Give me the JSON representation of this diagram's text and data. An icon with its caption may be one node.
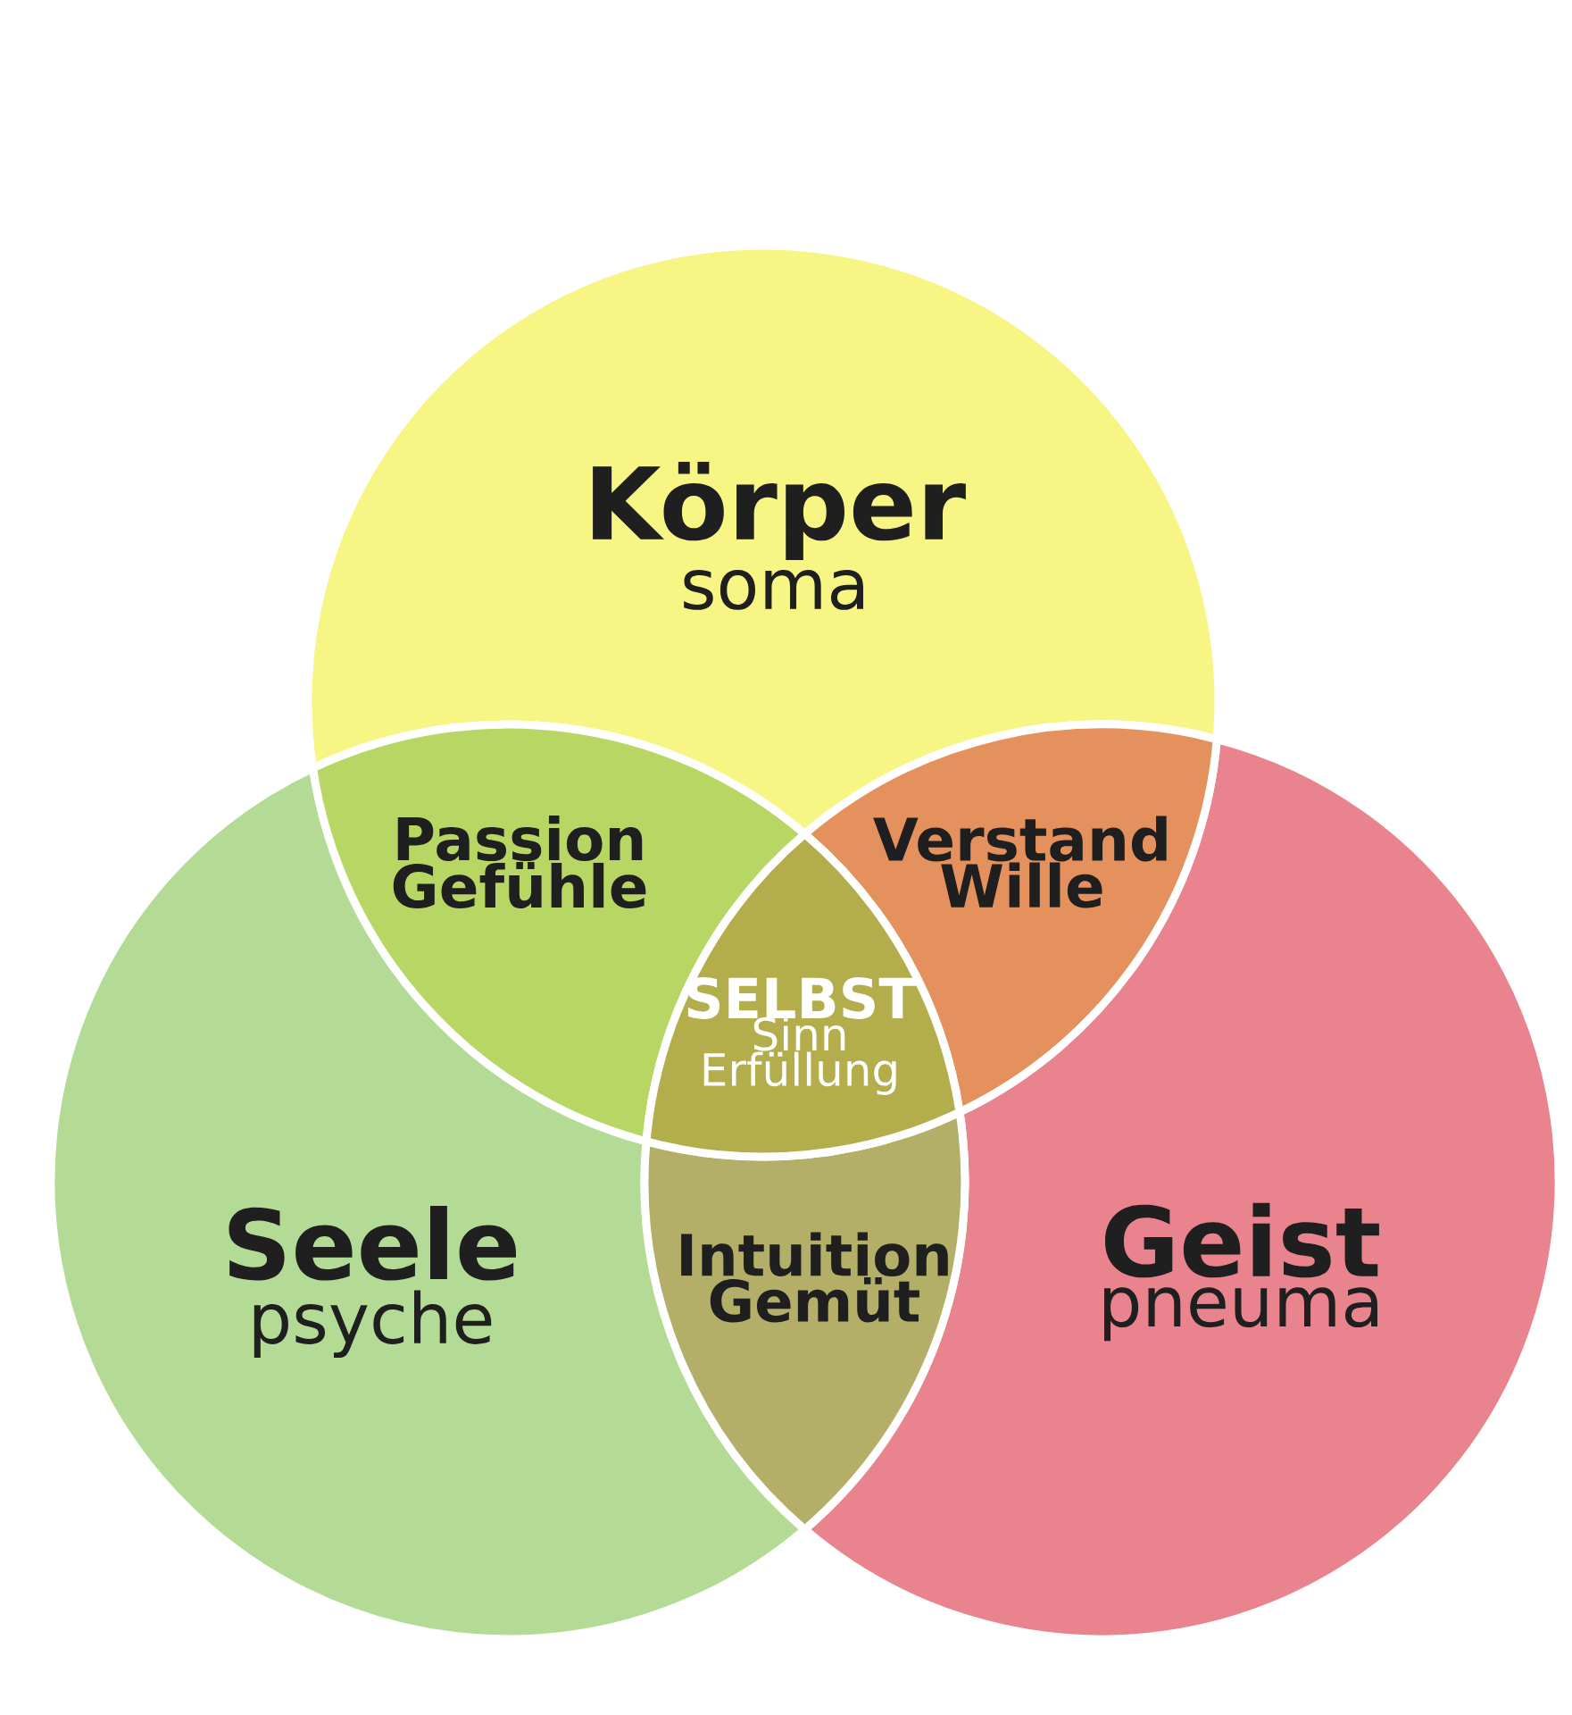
{
  "diagram": {
    "nodes": [
      {
        "text": [
          "Körper",
          "soma"
        ]
      },
      {
        "text": [
          "Seele",
          "psyche"
        ]
      },
      {
        "text": [
          "Geist",
          "pneuma"
        ]
      },
      {
        "text": [
          "Passion Gefühle"
        ]
      },
      {
        "text": [
          "Verstand Wille"
        ]
      },
      {
        "text": [
          "Intuition Gemüt"
        ]
      },
      {
        "text": [
          "SELBST",
          "Sinn Erfüllung"
        ]
      }
    ]
  }
}
